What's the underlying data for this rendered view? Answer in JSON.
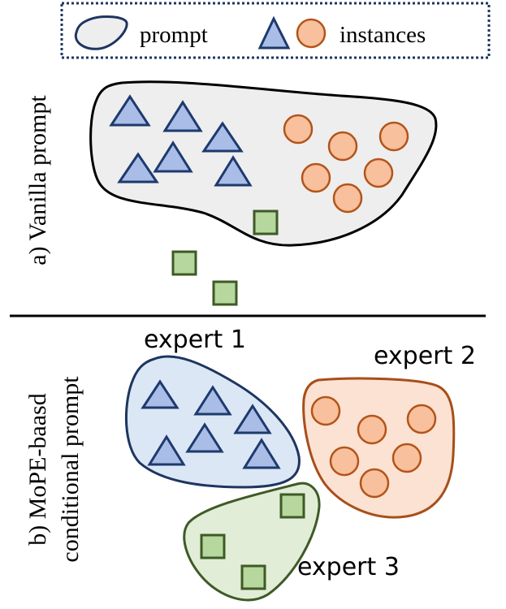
{
  "legend": {
    "prompt_label": "prompt",
    "instances_label": "instances"
  },
  "panel_a": {
    "label": "a) Vanilla prompt"
  },
  "panel_b": {
    "label_line1": "b) MoPE-baasd",
    "label_line2": "conditional prompt",
    "experts": [
      {
        "label": "expert 1"
      },
      {
        "label": "expert 2"
      },
      {
        "label": "expert 3"
      }
    ]
  },
  "colors": {
    "prompt_outline": "#000000",
    "prompt_fill": "#eeeeee",
    "triangle_fill": "#a9bde6",
    "triangle_stroke": "#1d3a6e",
    "circle_fill": "#f8c09c",
    "circle_stroke": "#b3541a",
    "square_fill": "#b6d79e",
    "square_stroke": "#3e5a26",
    "expert1_fill": "#dce7f5",
    "expert1_stroke": "#1e3560",
    "expert2_fill": "#fbe2d2",
    "expert2_stroke": "#a84e1a",
    "expert3_fill": "#e1edd6",
    "expert3_stroke": "#3e5a26",
    "legend_border": "#1e3560"
  }
}
